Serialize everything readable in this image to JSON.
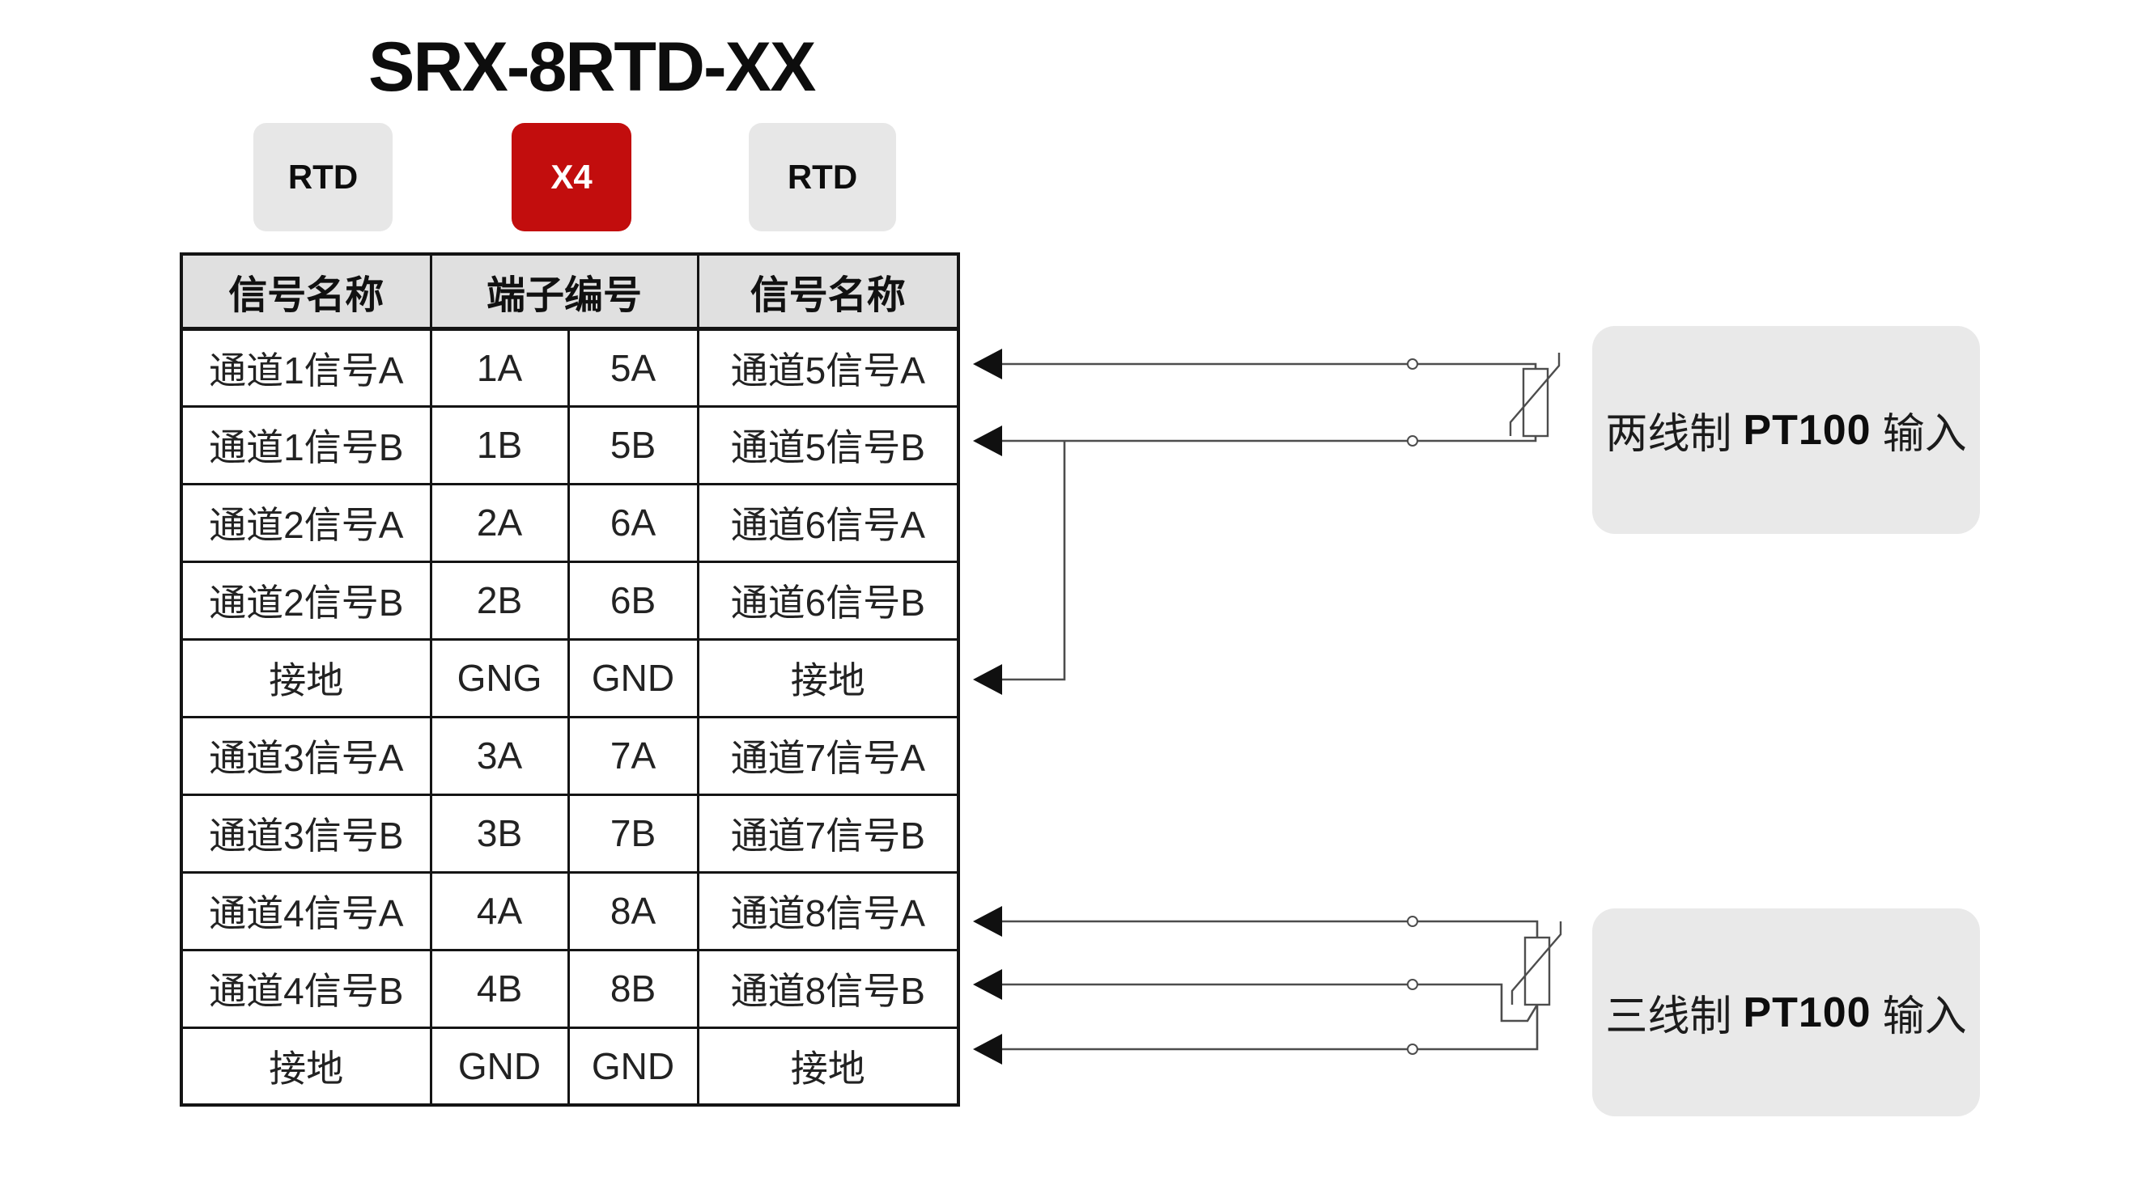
{
  "title": "SRX-8RTD-XX",
  "badges": {
    "left": "RTD",
    "center": "X4",
    "right": "RTD"
  },
  "table": {
    "headers": [
      "信号名称",
      "端子编号",
      "信号名称"
    ],
    "rows": [
      [
        "通道1信号A",
        "1A",
        "5A",
        "通道5信号A"
      ],
      [
        "通道1信号B",
        "1B",
        "5B",
        "通道5信号B"
      ],
      [
        "通道2信号A",
        "2A",
        "6A",
        "通道6信号A"
      ],
      [
        "通道2信号B",
        "2B",
        "6B",
        "通道6信号B"
      ],
      [
        "接地",
        "GNG",
        "GND",
        "接地"
      ],
      [
        "通道3信号A",
        "3A",
        "7A",
        "通道7信号A"
      ],
      [
        "通道3信号B",
        "3B",
        "7B",
        "通道7信号B"
      ],
      [
        "通道4信号A",
        "4A",
        "8A",
        "通道8信号A"
      ],
      [
        "通道4信号B",
        "4B",
        "8B",
        "通道8信号B"
      ],
      [
        "接地",
        "GND",
        "GND",
        "接地"
      ]
    ]
  },
  "annotations": {
    "two_wire": {
      "prefix": "两线制",
      "model": "PT100",
      "suffix": "输入"
    },
    "three_wire": {
      "prefix": "三线制",
      "model": "PT100",
      "suffix": "输入"
    }
  },
  "colors": {
    "accent-red": "#c20d0d",
    "badge-gray": "#e7e7e7",
    "panel-gray": "#e9e9e9",
    "header-gray": "#e0e0e0",
    "wire": "#4d4d4d",
    "ink": "#141414"
  }
}
